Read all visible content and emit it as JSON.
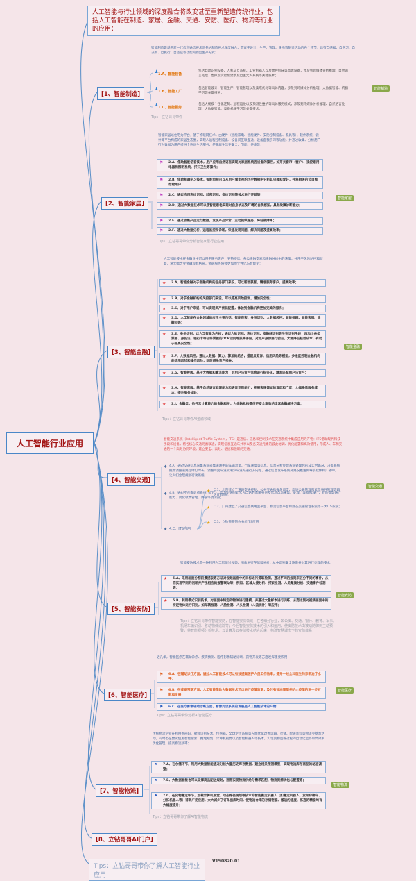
{
  "root": "人工智能行业应用",
  "intro": "人工智能与行业领域的深度融合将改变甚至重新塑造传统行业，包括人工智能在制造、家居、金融、交通、安防、医疗、物流等行业的应用：",
  "sections": [
    {
      "title": "[1、智能制造]",
      "tag": "智能制造",
      "desc": "智能制造是基于新一代信息通信技术与先进制造技术深度融合，贯穿于设计、生产、管理、服务等制造活动的各个环节，具有自感知、自学习、自决策、自执行、自适应等功能的新型生产方式：",
      "items": [
        {
          "label": "1.A、智能装备",
          "text": "包括自动识别设备、人机交互系统、工业机器人以及数控机床等具体设备，涉及到跨媒体分析推理、自然语言处理、虚拟现实智能建模及自主无人系统等关键技术；"
        },
        {
          "label": "1.B、智能工厂",
          "text": "包括智能设计、智能生产、智能管理以及集成优化等具体内容，涉及到跨媒体分析推理、大数据智能、机器学习等关键技术；"
        },
        {
          "label": "1.C、智能服务",
          "text": "包括大规模个性化定制、远程运维以及预测性维护等具体服务模式，涉及到跨媒体分析推理、自然语言处理、大数据智能、高级机器学习等关键技术；"
        }
      ],
      "tip": "Tips：立钻哥哥带你"
    },
    {
      "title": "[2、智能家居]",
      "tag": "智能家居",
      "desc": "智能家居以住宅为平台，基于物联网技术，由硬件（智能家电、智能硬件、安防控制设备、家具等）、软件系统、云计算平台构成的家居生态圈，实现人远程控制设备、设备间互联互通、设备自我学习等功能，并通过收集、分析用户行为数据为用户提供个性化生活服务，使家居生活更安全、节能、便捷等：",
      "items": [
        {
          "text": "2.A、借助智能语音技术，用户应用自然语言实现对家居系统各设备的操控，如开关窗帘（窗户）、操控家用电器和照明系统、打扫卫生等操作；"
        },
        {
          "text": "2.B、借助机器学习技术，智能电视可以从用户看电视的历史数据中分析其兴趣和爱好，并将相关的节目推荐给用户；"
        },
        {
          "text": "2.C、通过应用声纹识别、脸部识别、指纹识别等技术进行开锁等；"
        },
        {
          "text": "2.D、通过大数据技术可以使智能家电实现对自身状态及环境的自我感知，具有故障诊断能力；"
        },
        {
          "text": "2.E、通过收集产品运行数据，发现产品异常，主动提供服务，降低故障率；"
        },
        {
          "text": "2.F、通过大数据分析、远程监控和诊断，快速发现问题、解决问题及提高效率；"
        }
      ],
      "tip": "Tips：立钻哥哥带你分析智能家居行业应用"
    },
    {
      "title": "[3、智能金融]",
      "tag": "智能金融",
      "desc": "人工智能技术在金融业中可以用于服务客户，支持授信、各类金融交易和金融分析中的决策，并用于风险防控和监督，将大幅改变金融现有格局，金融服务将会更加地个性化与智能化：",
      "items": [
        {
          "text": "3.A、智能金融对于金融机构的业务部门来说，可以帮助获客，精准服务客户，提高效率；"
        },
        {
          "text": "3.B、对于金融机构的风控部门来说，可以提高风险控制，增加安全性；"
        },
        {
          "text": "3.C、对于用户来说，可以实现资产优化配置，体验到金融机构更加完美的服务；"
        },
        {
          "text": "3.D、人工智能在金融领域的应用主要包括：智能获客、身份识别、大数据风控、智能投顾、智能客服、金融云等；"
        },
        {
          "text": "3.E、身份识别，以人工智能为内核，通过人脸识别、声纹识别、指静脉识别等生物识别手段，再加上各类票据、身份证、银行卡等证件票据的OCR识别等技术手段，对用户身份进行验证，大幅降低核验成本，有助于提高安全性；"
        },
        {
          "text": "3.F、大数据风控，通过大数据、算力、算法的结合，搭建反欺诈、信用风险等模型，多维度控制金融机构的信用风险和操作风险，同时避免资产损失；"
        },
        {
          "text": "3.G、智能投顾，基于大数据和算法能力，对用户与资产信息进行标签化，精准匹配用户与资产；"
        },
        {
          "text": "3.H、智能客服，基于自然语言处理能力和语音识别能力，拓展客服领域的深度和广度，大幅降低服务成本，提升服务体验；"
        },
        {
          "text": "3.I、金融云，依托云计算能力的金融科技，为金融机构提供更安全高效的全套金融解决方案；"
        }
      ],
      "tip": "Tips：立钻哥哥带你AI金融领域"
    },
    {
      "title": "[4、智能交通]",
      "tag": "智能交通",
      "desc": "智能交通系统（Intelligent Traffic System，ITS）是通信、信息和控制技术在交通系统中集成应用的产物：ITS借助现代科技手段和设备，将各核心交通元素联通，实现信息互通与共享以及各交通元素的彼此协调、优化配置和高效使用，形成人、车和交通的一个高效协同环境，建立安全、高效、便捷和低碳的交通：",
      "items": [
        {
          "text": "4.A、通过交通信息采集系统采集道路中的车辆流量、行车速度等信息，信息分析处理系统处理后形成实时路况，决策系统据此调整道路红绿灯时长，调整可变车道或潮汐车道的通行方向等，通过信息发布系统将路况推送到导航软件和广播中，让人们合理规划行驶路线；"
        },
        {
          "text": "4.B、通过不停车收费系统（ETC），实现对通过ETC入口站的车辆身份及信息自动采集、处理、收费和放行，有效提高通行能力、简化收费管理、降低环境污染；"
        },
        {
          "label": "4.C、ITS应用",
          "subs": [
            "C.1、北京建立了道路交通控制、公共交通指挥与调度、高速公路管理和紧急事件管理等四大ITS系统；",
            "C.2、广州建立了交通信息共用主平台、物流信息平台和静态交通管理系统等三大ITS系统；",
            "C.3、立钻哥哥带你分析ITS应用"
          ]
        }
      ]
    },
    {
      "title": "[5、智能安防]",
      "tag": "智能安防",
      "desc": "智能安防技术是一种利用人工智能对视频、图像进行存储和分析，从中识别安全隐患并对其进行处理的技术：",
      "items": [
        {
          "text": "5.A、采用画面分割前景提取等方法对视频画面中的目标进行提取检测，通过不同的规则来区分不同的事件，从而实现不同的判断并产生相应的报警联动等，例如：区域入侵分析、打架检测、人员聚集分析、交通事件检测等；"
        },
        {
          "text": "5.B、利用模式识别技术，对画面中特定的物体进行建模，并通过大量样本进行训练，从而达到对视频画面中的特定物体进行识别，如车辆检测、人脸检测、人头检测（人流统计）等应用；"
        }
      ],
      "tip": "Tips：立钻哥哥带你智能安防，在智能安防领域，在各细分行业，如公安、交通、银行、教育、军事、机场车辆识别、移动物体追踪等；今后智能安防技术的引入和运用，使安防技术由被动防御到主动预警，将智能视频分析技术、云计算及云存储技术结合起来，构建智慧城市下的安防体系；"
    },
    {
      "title": "[6、智能医疗]",
      "tag": "智能医疗",
      "desc": "近几年，智能医疗在辅助诊疗、疾病预测、医疗影像辅助诊断、药物开发等方面发挥重要作用：",
      "items": [
        {
          "text": "6.A、在辅助诊疗方面，通过人工智能技术可以有效提高医护人员工作效率，提升一线全科医生的诊断治疗水平；"
        },
        {
          "text": "6.B、在疾病预测方面，人工智能借助大数据技术可以进行疫情监测，及时有效地预测并防止疫情的进一步扩散和发展；"
        },
        {
          "text": "6.C、在医疗影像辅助诊断方面，影像判读系统的发展是人工智能技术的产物；"
        }
      ],
      "tip": "Tips：立钻哥哥带你分析AI智能医疗"
    },
    {
      "title": "[7、智能物流]",
      "tag": "智能物流",
      "desc": "传统物流企业在利用条形码、射频识别技术、传感器、全球定位系统等方面优化改善运输、仓储、配送装卸等物流业基本活动，同时也在尝试使用智能搜索、推理规划、计算机视觉以及智能机器人等技术，实现货物运输过程的自动化运作和高效率优化管理，提高物流效率：",
      "items": [
        {
          "text": "7.A、在仓储环节，利用大数据智能通过分析大量历史库存数据，建立相关预测模型，实现物流库存商品的动态调整；"
        },
        {
          "text": "7.B、大数据智能也可以支撑商品配送规划，进而实现物流供给与需求匹配、物流资源优化与配置等；"
        },
        {
          "text": "7.C、在货物搬运环节，加载计算机视觉、动态路径规划等技术的智能搬运机器人（如搬运机器人、货架穿梭车、分拣机器人等）得到广泛应用，大大减少了订单出库时间，使物流仓库的存储密度、搬运的速度、拣选的精度均有大幅度提升；"
        }
      ],
      "tip": "Tips：立钻哥哥带你了解AI智能物流"
    },
    {
      "title": "[8、立钻哥哥AI门户]"
    }
  ],
  "tip_final": "Tips：立钻哥哥带你了解人工智能行业应用",
  "version": "V190820.01"
}
